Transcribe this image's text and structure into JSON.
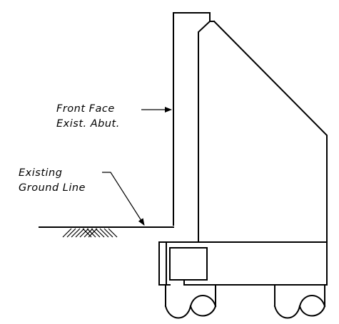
{
  "labels": {
    "front_face_line1": "Front Face",
    "front_face_line2": "Exist. Abut.",
    "ground_line1": "Existing",
    "ground_line2": "Ground Line"
  }
}
